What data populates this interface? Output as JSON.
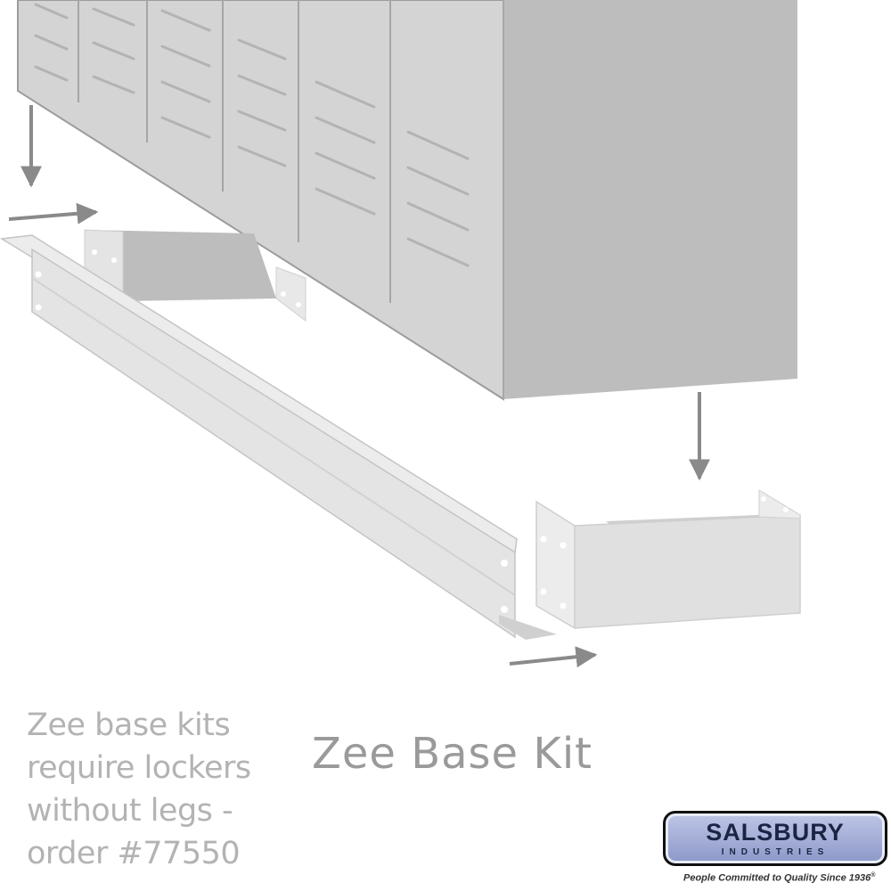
{
  "title": "Zee Base Kit",
  "note_lines": [
    "Zee base kits",
    "require lockers",
    "without legs -",
    "order #77550"
  ],
  "brand": {
    "name": "SALSBURY",
    "subtitle": "INDUSTRIES",
    "tagline": "People Committed to Quality Since 1936",
    "registered_mark": "®"
  },
  "colors": {
    "locker_front": "#d4d4d4",
    "locker_side": "#bcbcbc",
    "rail": "#e2e2e2",
    "arrow": "#8a8a8a"
  }
}
